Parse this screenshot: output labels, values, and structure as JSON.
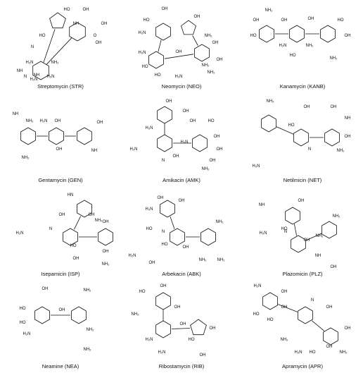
{
  "figure": {
    "panels": [
      {
        "id": "str",
        "caption": "Streptomycin (STR)",
        "labels": [
          "OH",
          "HO",
          "OH",
          "O",
          "NH",
          "HO",
          "N",
          "H₂N",
          "NH",
          "H₂N",
          "N",
          "NH₂",
          "H₂N",
          "NH",
          "OH"
        ]
      },
      {
        "id": "neo",
        "caption": "Neomycin (NEO)",
        "labels": [
          "OH",
          "HO",
          "H₂N",
          "H₂N",
          "OH",
          "NH₂",
          "HO",
          "HO",
          "OH",
          "NH₂",
          "OH",
          "OH",
          "NH₂",
          "H₂N"
        ]
      },
      {
        "id": "kanb",
        "caption": "Kanamycin (KANB)",
        "labels": [
          "NH₂",
          "HO",
          "OH",
          "OH",
          "HO",
          "H₂N",
          "NH₂",
          "OH",
          "HO",
          "OH",
          "NH₂"
        ]
      },
      {
        "id": "gen",
        "caption": "Gentamycin (GEN)",
        "labels": [
          "NH",
          "NH₂",
          "H₂N",
          "OH",
          "OH",
          "NH",
          "NH₂",
          "OH"
        ]
      },
      {
        "id": "amk",
        "caption": "Amikacin (AMK)",
        "labels": [
          "OH",
          "OH",
          "H₂N",
          "OH",
          "H₂N",
          "HO",
          "OH",
          "H₂N",
          "OH",
          "OH",
          "N",
          "OH",
          "NH₂"
        ]
      },
      {
        "id": "net",
        "caption": "Netilmicin (NET)",
        "labels": [
          "NH₂",
          "OH",
          "OH",
          "NH",
          "HO",
          "NH₂",
          "H₂N",
          "N",
          "OH"
        ]
      },
      {
        "id": "isp",
        "caption": "Isepamicin (ISP)",
        "labels": [
          "HN",
          "OH",
          "OH",
          "OH",
          "NH₂",
          "H₂N",
          "N",
          "HO",
          "OH",
          "OH",
          "NH₂"
        ]
      },
      {
        "id": "abk",
        "caption": "Arbekacin (ABK)",
        "labels": [
          "OH",
          "H₂N",
          "OH",
          "HO",
          "NH₂",
          "HO",
          "OH",
          "H₂N",
          "N",
          "OH",
          "NH₂",
          "NH₂"
        ]
      },
      {
        "id": "plz",
        "caption": "Plazomicin (PLZ)",
        "labels": [
          "NH",
          "OH",
          "HO",
          "NH₂",
          "H₂N",
          "N",
          "OH",
          "NH₂",
          "NH",
          "OH"
        ]
      },
      {
        "id": "nea",
        "caption": "Neamine (NEA)",
        "labels": [
          "OH",
          "NH₂",
          "HO",
          "HO",
          "H₂N",
          "OH",
          "NH₂",
          "NH₂"
        ]
      },
      {
        "id": "rib",
        "caption": "Ribostamycin (RIB)",
        "labels": [
          "OH",
          "HO",
          "OH",
          "NH₂",
          "OH",
          "H₂N",
          "OH",
          "HO",
          "H₂N",
          "OH"
        ]
      },
      {
        "id": "apr",
        "caption": "Apramycin (APR)",
        "labels": [
          "H₂N",
          "OH",
          "OH",
          "HO",
          "HO",
          "N",
          "OH",
          "OH",
          "NH₂",
          "H₂N",
          "OH",
          "HO",
          "NH₂"
        ]
      }
    ]
  }
}
